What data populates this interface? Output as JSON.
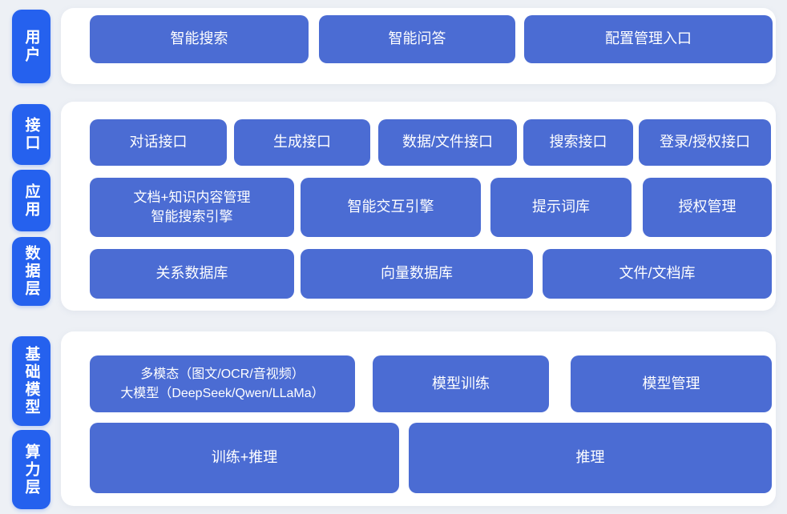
{
  "colors": {
    "rail_label_bg": "#2561ee",
    "box_bg": "#4b6cd3",
    "panel_bg": "#ffffff",
    "page_bg": "#edf0f5",
    "text": "#ffffff"
  },
  "rail": {
    "users": "用户",
    "interface": "接口",
    "application": "应用",
    "data_layer": "数据层",
    "base_model": "基础模型",
    "compute_layer": "算力层"
  },
  "user_layer": {
    "smart_search": "智能搜索",
    "smart_qa": "智能问答",
    "config_entry": "配置管理入口"
  },
  "interface_layer": {
    "dialog_api": "对话接口",
    "generation_api": "生成接口",
    "data_file_api": "数据/文件接口",
    "search_api": "搜索接口",
    "login_auth_api": "登录/授权接口"
  },
  "application_layer": {
    "doc_knowledge_line1": "文档+知识内容管理",
    "doc_knowledge_line2": "智能搜索引擎",
    "interaction_engine": "智能交互引擎",
    "prompt_library": "提示词库",
    "auth_management": "授权管理"
  },
  "data_layer": {
    "relational_db": "关系数据库",
    "vector_db": "向量数据库",
    "file_doc_library": "文件/文档库"
  },
  "model_layer": {
    "multimodal_line1": "多模态（图文/OCR/音视频）",
    "multimodal_line2": "大模型（DeepSeek/Qwen/LLaMa）",
    "model_training": "模型训练",
    "model_management": "模型管理"
  },
  "compute_layer": {
    "train_inference": "训练+推理",
    "inference": "推理"
  }
}
